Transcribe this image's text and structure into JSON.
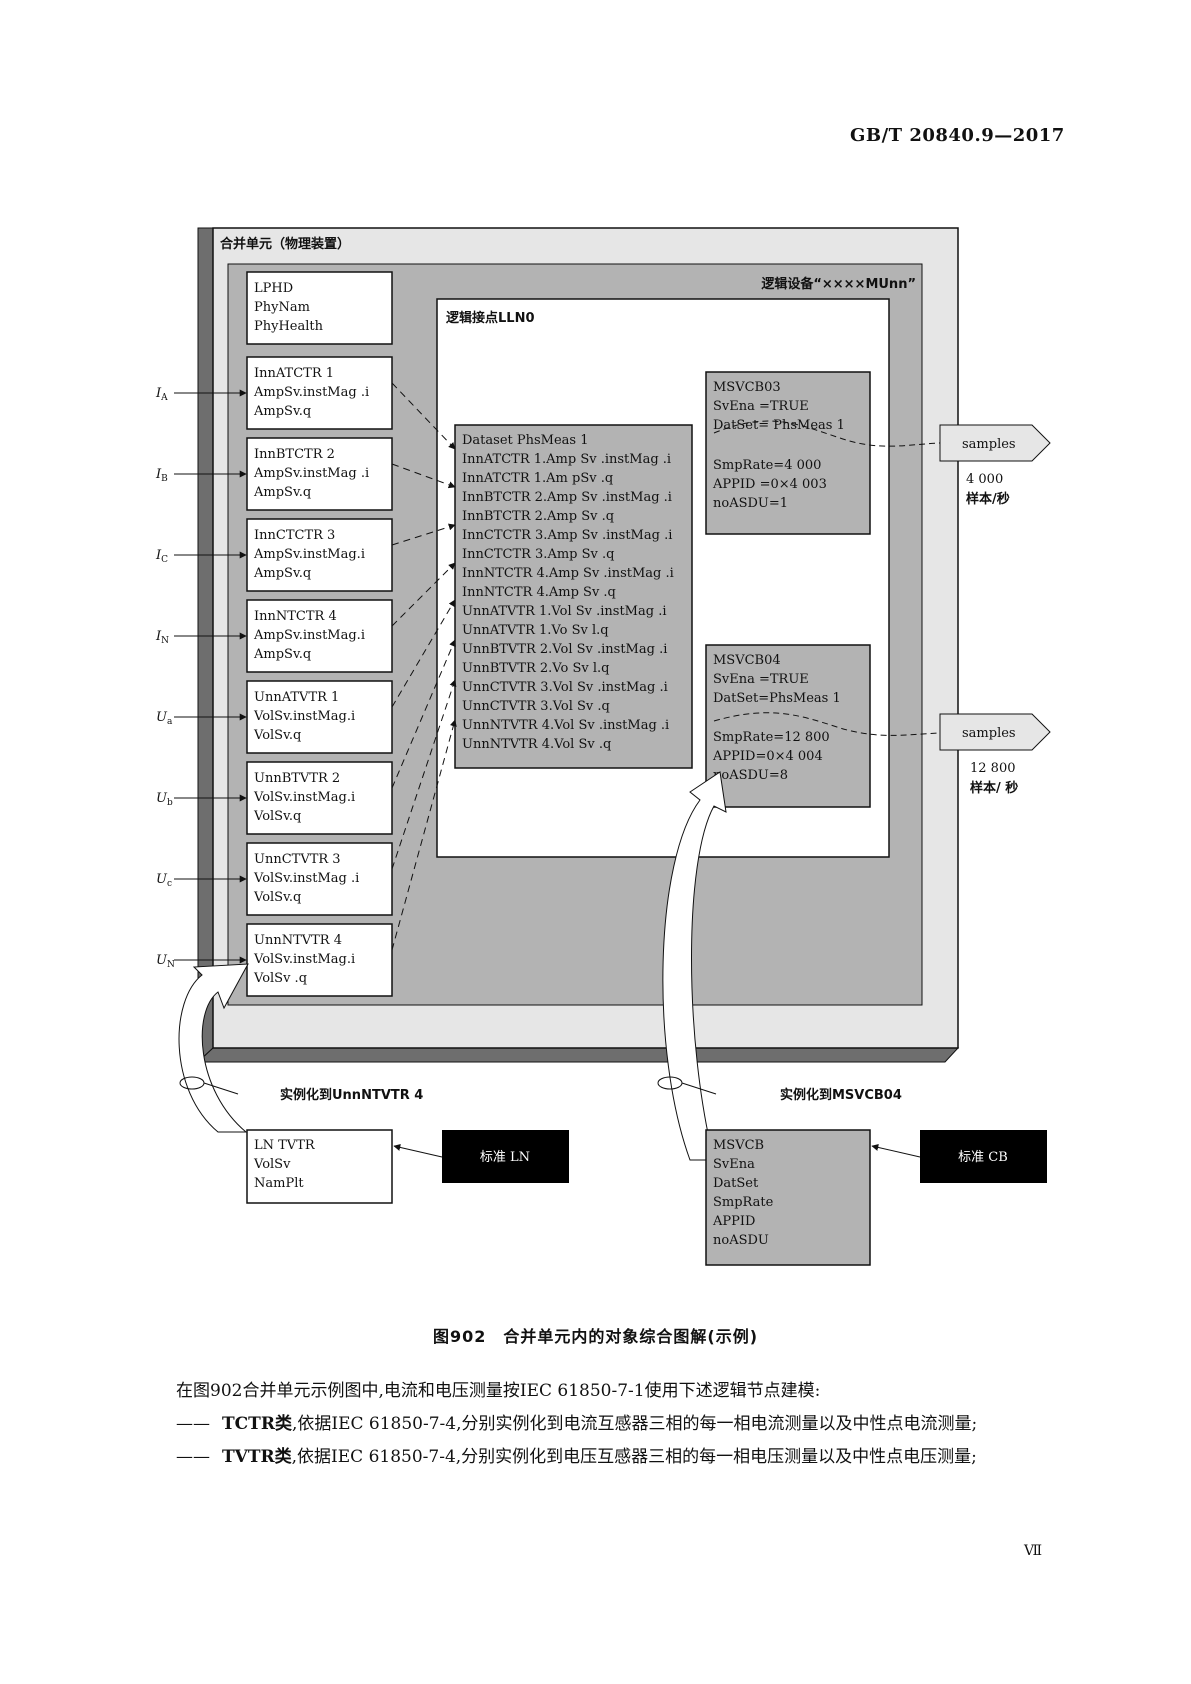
{
  "header": {
    "std_number": "GB/T 20840.9—2017"
  },
  "figure": {
    "outer_label": "合并单元（物理装置）",
    "ld_label": "逻辑设备“××××MUnn”",
    "lln0_label": "逻辑接点LLN0",
    "lphd_lines": [
      "LPHD",
      "PhyNam",
      "PhyHealth"
    ],
    "inputs": [
      {
        "sym": "I",
        "sub": "A",
        "lines": [
          "InnATCTR 1",
          "AmpSv.instMag .i",
          "AmpSv.q"
        ]
      },
      {
        "sym": "I",
        "sub": "B",
        "lines": [
          "InnBTCTR 2",
          "AmpSv.instMag .i",
          "AmpSv.q"
        ]
      },
      {
        "sym": "I",
        "sub": "C",
        "lines": [
          "InnCTCTR 3",
          "AmpSv.instMag.i",
          "AmpSv.q"
        ]
      },
      {
        "sym": "I",
        "sub": "N",
        "lines": [
          "InnNTCTR 4",
          "AmpSv.instMag.i",
          "AmpSv.q"
        ]
      },
      {
        "sym": "U",
        "sub": "a",
        "lines": [
          "UnnATVTR 1",
          "VolSv.instMag.i",
          "VolSv.q"
        ]
      },
      {
        "sym": "U",
        "sub": "b",
        "lines": [
          "UnnBTVTR 2",
          "VolSv.instMag.i",
          "VolSv.q"
        ]
      },
      {
        "sym": "U",
        "sub": "c",
        "lines": [
          "UnnCTVTR 3",
          "VolSv.instMag .i",
          "VolSv.q"
        ]
      },
      {
        "sym": "U",
        "sub": "N",
        "lines": [
          "UnnNTVTR 4",
          "VolSv.instMag.i",
          "VolSv .q"
        ]
      }
    ],
    "dataset_lines": [
      "Dataset PhsMeas 1",
      "InnATCTR 1.Amp Sv .instMag .i",
      "InnATCTR 1.Am pSv .q",
      "InnBTCTR 2.Amp Sv .instMag .i",
      "InnBTCTR 2.Amp Sv .q",
      "InnCTCTR 3.Amp Sv .instMag .i",
      "InnCTCTR 3.Amp Sv .q",
      "InnNTCTR 4.Amp Sv .instMag .i",
      "InnNTCTR 4.Amp Sv .q",
      "UnnATVTR 1.Vol Sv .instMag .i",
      "UnnATVTR 1.Vo Sv l.q",
      "UnnBTVTR 2.Vol Sv .instMag .i",
      "UnnBTVTR 2.Vo Sv l.q",
      "UnnCTVTR 3.Vol Sv .instMag .i",
      "UnnCTVTR 3.Vol Sv .q",
      "UnnNTVTR 4.Vol Sv .instMag .i",
      "UnnNTVTR 4.Vol Sv .q"
    ],
    "msvcb03": {
      "top_lines": [
        "MSVCB03",
        "SvEna =TRUE",
        "DatSet= PhsMeas 1"
      ],
      "bottom_lines": [
        "SmpRate=4 000",
        "APPID =0×4 003",
        "noASDU=1"
      ]
    },
    "msvcb04": {
      "top_lines": [
        "MSVCB04",
        "SvEna =TRUE",
        "DatSet=PhsMeas 1"
      ],
      "bottom_lines": [
        "SmpRate=12 800",
        "APPID=0×4 004",
        "noASDU=8"
      ]
    },
    "samples_label": "samples",
    "rate1": {
      "value": "4 000",
      "unit": "样本/秒"
    },
    "rate2": {
      "value": "12 800",
      "unit": "样本/ 秒"
    },
    "inst_ln_label": "实例化到UnnNTVTR 4",
    "inst_cb_label": "实例化到MSVCB04",
    "ln_class_lines": [
      "LN TVTR",
      "VolSv",
      "NamPlt"
    ],
    "std_ln_label": "标准 LN",
    "cb_class_lines": [
      "MSVCB",
      "SvEna",
      "DatSet",
      "SmpRate",
      "APPID",
      "noASDU"
    ],
    "std_cb_label": "标准 CB"
  },
  "caption": "图902　合并单元内的对象综合图解(示例)",
  "body": {
    "intro": "在图902合并单元示例图中,电流和电压测量按IEC 61850-7-1使用下述逻辑节点建模:",
    "items": [
      {
        "dash": "——",
        "bold": "TCTR类",
        "text": ",依据IEC 61850-7-4,分别实例化到电流互感器三相的每一相电流测量以及中性点电流测量;"
      },
      {
        "dash": "——",
        "bold": "TVTR类",
        "text": ",依据IEC 61850-7-4,分别实例化到电压互感器三相的每一相电压测量以及中性点电压测量;"
      }
    ]
  },
  "page_number": "Ⅶ"
}
